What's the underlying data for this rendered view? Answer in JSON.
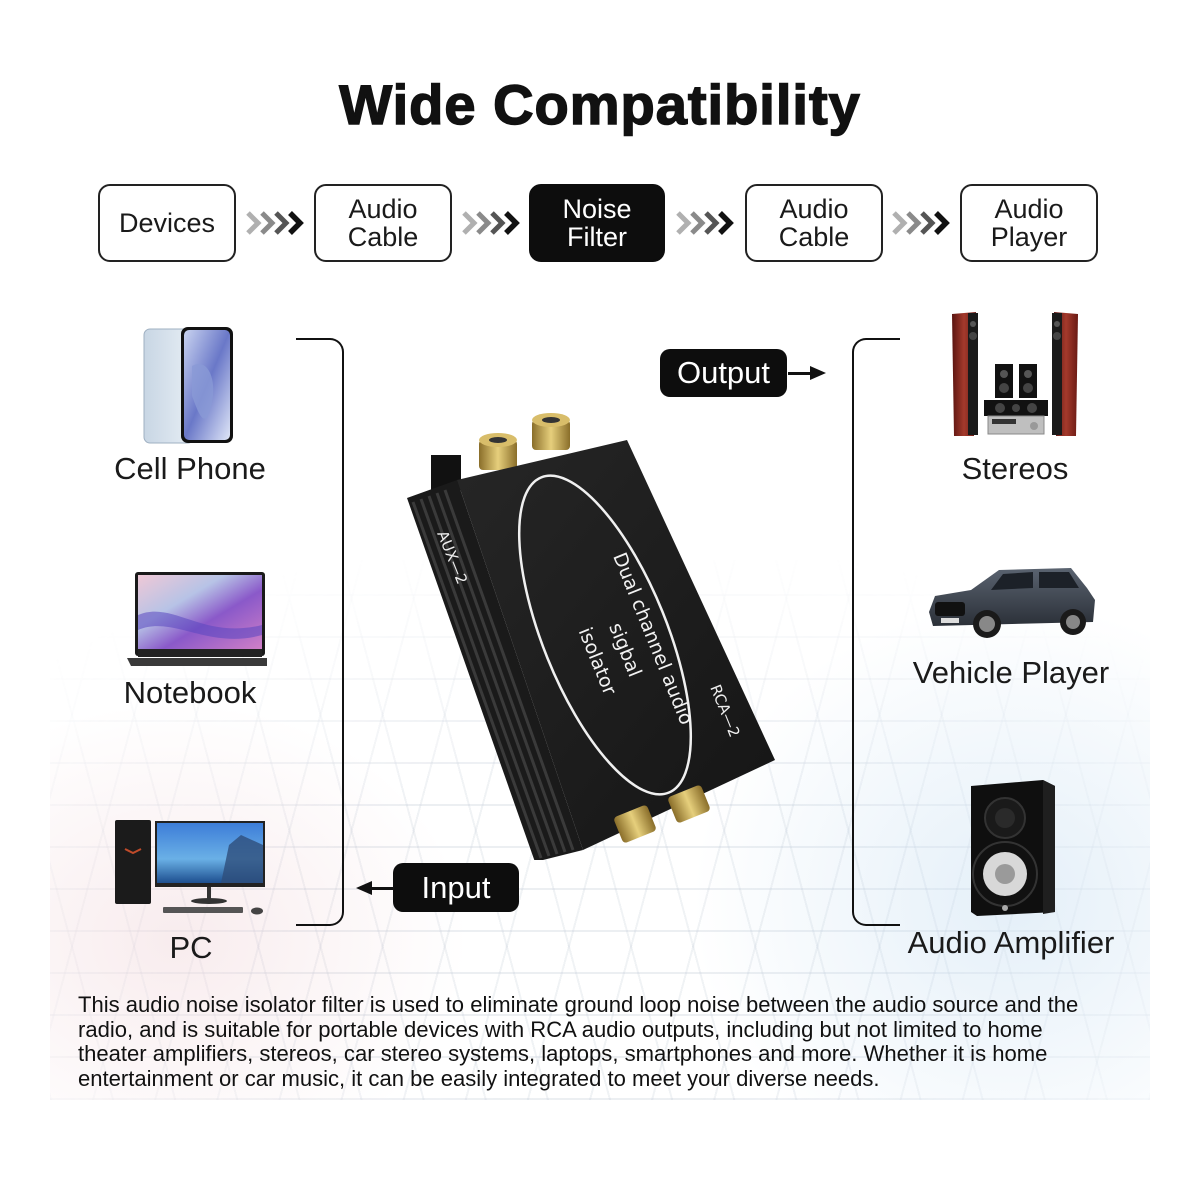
{
  "title": "Wide Compatibility",
  "flow": {
    "steps": [
      {
        "label": "Devices",
        "active": false
      },
      {
        "label": "Audio\nCable",
        "active": false
      },
      {
        "label": "Noise\nFilter",
        "active": true
      },
      {
        "label": "Audio\nCable",
        "active": false
      },
      {
        "label": "Audio\nPlayer",
        "active": false
      }
    ],
    "separator_icon": "quadruple-chevron-right-icon"
  },
  "input_devices": [
    {
      "label": "Cell Phone",
      "icon": "smartphone-icon"
    },
    {
      "label": "Notebook",
      "icon": "laptop-icon"
    },
    {
      "label": "PC",
      "icon": "desktop-pc-icon"
    }
  ],
  "output_devices": [
    {
      "label": "Stereos",
      "icon": "stereo-speakers-icon"
    },
    {
      "label": "Vehicle Player",
      "icon": "car-icon"
    },
    {
      "label": "Audio Amplifier",
      "icon": "studio-monitor-speaker-icon"
    }
  ],
  "badges": {
    "output": "Output",
    "input": "Input"
  },
  "product": {
    "main_text_line1": "Dual channel audio sigbal",
    "main_text_line2": "isolator",
    "left_label": "AUX—2",
    "right_label": "RCA—2",
    "body_color": "#1c1c1c",
    "connector_color": "#c9a94a"
  },
  "description": "This audio noise isolator filter is used to eliminate ground loop noise between the audio source and the radio, and is suitable for portable devices with RCA audio outputs, including but not limited to home theater amplifiers, stereos, car stereo systems, laptops, smartphones and more. Whether it is home entertainment or car music, it can be easily integrated to meet your diverse needs.",
  "colors": {
    "text": "#111111",
    "active_box": "#0d0d0d",
    "background": "#ffffff"
  }
}
